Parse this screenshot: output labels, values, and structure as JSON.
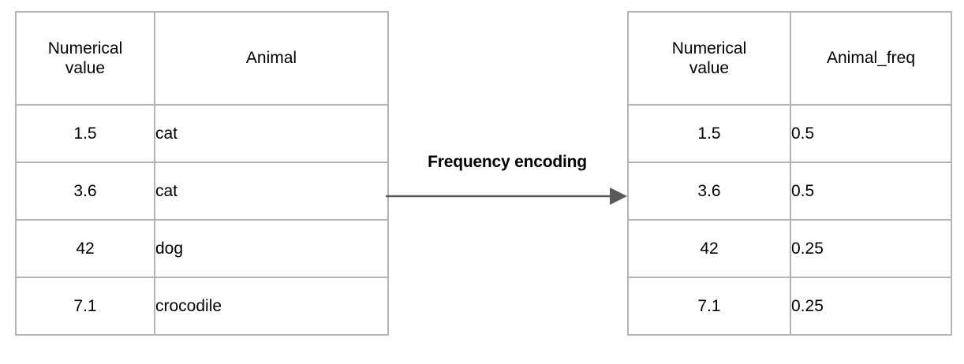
{
  "diagram": {
    "type": "transformation",
    "arrow_label": "Frequency encoding",
    "arrow_icon": "arrow-right-icon",
    "arrow_color": "#595959",
    "border_color": "#b3b3b3",
    "text_color": "#000000",
    "background_color": "#ffffff"
  },
  "source_table": {
    "name": "input-table",
    "columns": [
      "Numerical\nvalue",
      "Animal"
    ],
    "rows": [
      {
        "numerical_value": "1.5",
        "animal": "cat"
      },
      {
        "numerical_value": "3.6",
        "animal": "cat"
      },
      {
        "numerical_value": "42",
        "animal": "dog"
      },
      {
        "numerical_value": "7.1",
        "animal": "crocodile"
      }
    ]
  },
  "result_table": {
    "name": "output-table",
    "columns": [
      "Numerical\nvalue",
      "Animal_freq"
    ],
    "rows": [
      {
        "numerical_value": "1.5",
        "animal_freq": "0.5"
      },
      {
        "numerical_value": "3.6",
        "animal_freq": "0.5"
      },
      {
        "numerical_value": "42",
        "animal_freq": "0.25"
      },
      {
        "numerical_value": "7.1",
        "animal_freq": "0.25"
      }
    ]
  }
}
